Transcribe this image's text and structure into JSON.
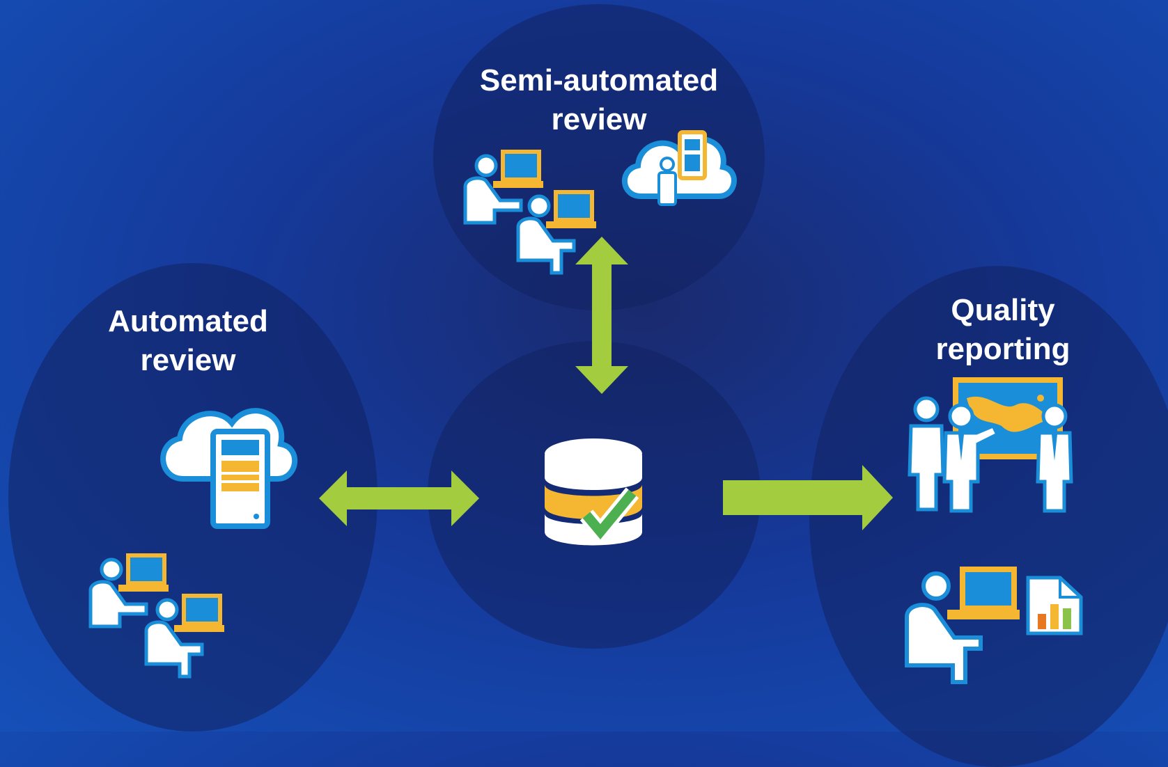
{
  "nodes": {
    "automated": {
      "line1": "Automated",
      "line2": "review"
    },
    "semi_automated": {
      "line1": "Semi-automated",
      "line2": "review"
    },
    "quality": {
      "line1": "Quality",
      "line2": "reporting"
    }
  },
  "icons": [
    "cloud-server-icon",
    "people-laptops-icon",
    "cloud-mobile-user-icon",
    "database-check-icon",
    "presentation-team-icon",
    "person-laptop-report-icon"
  ],
  "colors": {
    "background": "#1550b8",
    "arrow": "#a3cc3e",
    "accent_yellow": "#f5b731",
    "accent_blue": "#1a8ed8",
    "icon_fill": "#ffffff"
  }
}
